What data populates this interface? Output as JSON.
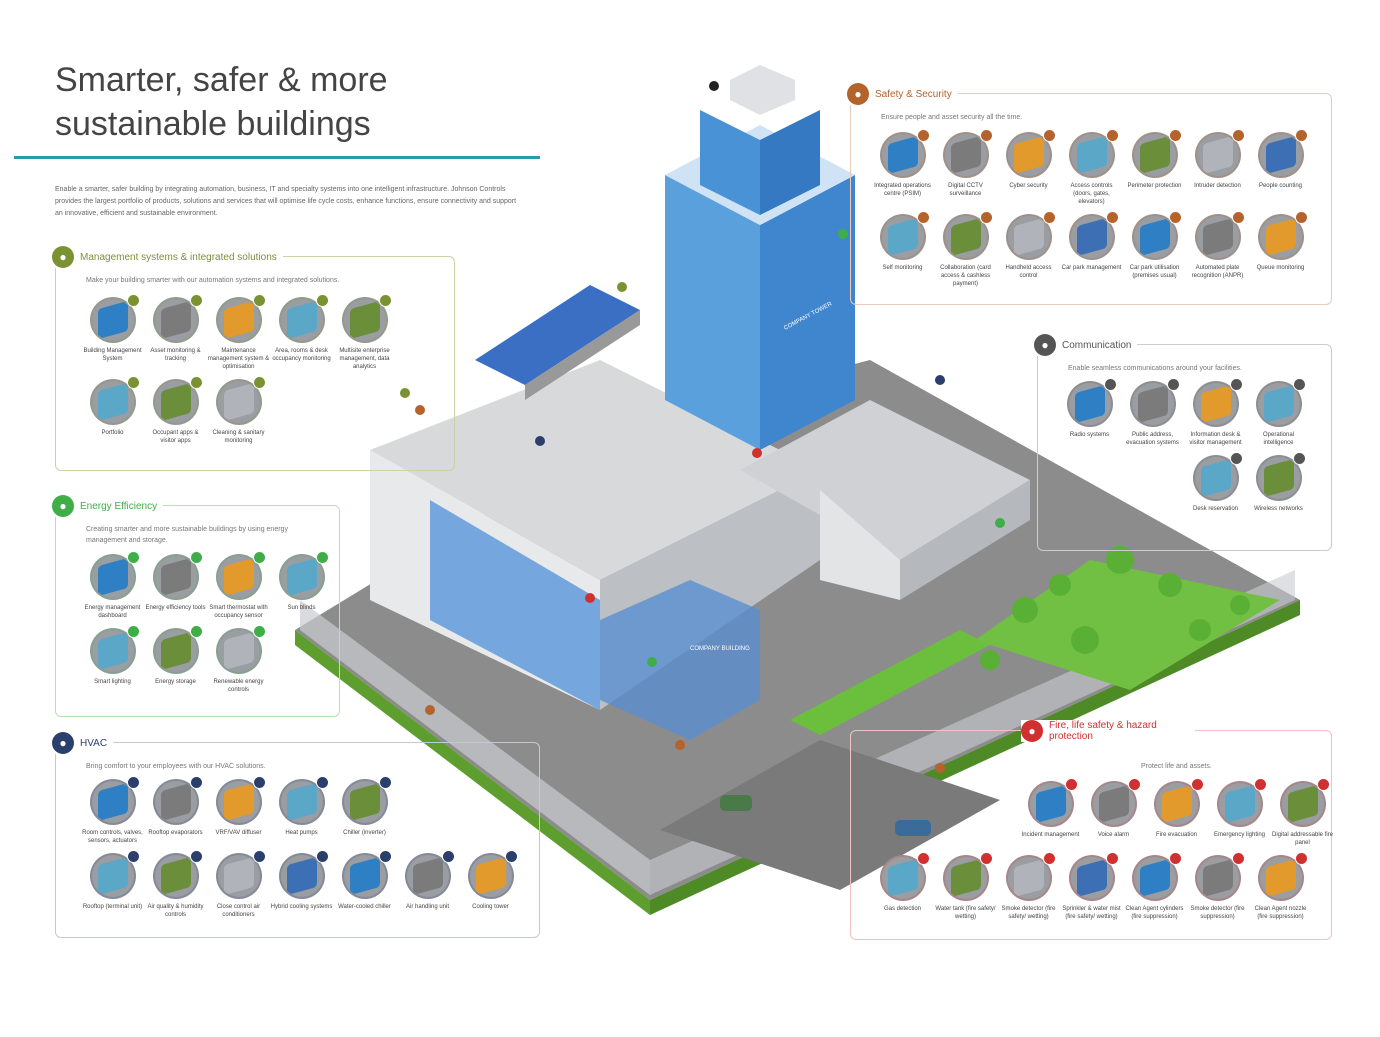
{
  "title": "Smarter, safer & more sustainable buildings",
  "intro": "Enable a smarter, safer building by integrating automation, business, IT and specialty systems into one intelligent infrastructure. Johnson Controls provides the largest portfolio of products, solutions and services that will optimise life cycle costs, enhance functions, ensure connectivity and support an innovative, efficient and sustainable environment.",
  "building_labels": {
    "tower": "COMPANY TOWER",
    "main": "COMPANY BUILDING"
  },
  "sections": {
    "management": {
      "title": "Management systems & integrated solutions",
      "subtitle": "Make your building smarter with our automation systems and integrated solutions.",
      "color": "#7a9231",
      "icon": "building-grid-icon",
      "rows": [
        [
          "Building Management System",
          "Asset monitoring & tracking",
          "Maintenance management system & optimisation",
          "Area, rooms & desk occupancy monitoring",
          "Multisite enterprise management, data analytics"
        ],
        [
          "Portfolio",
          "Occupant apps & visitor apps",
          "Cleaning & sanitary monitoring"
        ]
      ]
    },
    "energy": {
      "title": "Energy Efficiency",
      "subtitle": "Creating smarter and more sustainable buildings by using energy management and storage.",
      "color": "#3fae49",
      "icon": "leaf-icon",
      "rows": [
        [
          "Energy management dashboard",
          "Energy efficiency tools",
          "Smart thermostat with occupancy sensor",
          "Sun blinds"
        ],
        [
          "Smart lighting",
          "Energy storage",
          "Renewable energy controls"
        ]
      ]
    },
    "hvac": {
      "title": "HVAC",
      "subtitle": "Bring comfort to your employees with our HVAC solutions.",
      "color": "#2b3f6c",
      "icon": "fan-icon",
      "rows": [
        [
          "Room controls, valves, sensors, actuators",
          "Rooftop evaporators",
          "VRF/VAV diffuser",
          "Heat pumps",
          "Chiller (inverter)"
        ],
        [
          "Rooftop (terminal unit)",
          "Air quality & humidity controls",
          "Close control air conditioners",
          "Hybrid cooling systems",
          "Water-cooled chiller",
          "Air handling unit",
          "Cooling tower"
        ]
      ]
    },
    "safety": {
      "title": "Safety & Security",
      "subtitle": "Ensure people and asset security all the time.",
      "color": "#b4632c",
      "icon": "shield-person-icon",
      "rows": [
        [
          "Integrated operations centre (PSIM)",
          "Digital CCTV surveillance",
          "Cyber security",
          "Access controls (doors, gates, elevators)",
          "Perimeter protection",
          "Intruder detection",
          "People counting"
        ],
        [
          "Self monitoring",
          "Collaboration (card access & cashless payment)",
          "Handheld access control",
          "Car park management",
          "Car park utilisation (premises usual)",
          "Automated plate recognition (ANPR)",
          "Queue monitoring"
        ]
      ]
    },
    "communication": {
      "title": "Communication",
      "subtitle": "Enable seamless communications around your facilities.",
      "color": "#555555",
      "icon": "megaphone-icon",
      "rows": [
        [
          "Radio systems",
          "Public address, evacuation systems",
          "Information desk & visitor management",
          "Operational intelligence"
        ],
        [
          "Desk reservation",
          "Wireless networks"
        ]
      ]
    },
    "fire": {
      "title": "Fire, life safety & hazard protection",
      "subtitle": "Protect life and assets.",
      "color": "#d0302f",
      "icon": "flame-icon",
      "rows": [
        [
          "Incident management",
          "Voice alarm",
          "Fire evacuation",
          "Emergency lighting",
          "Digital addressable fire panel"
        ],
        [
          "Gas detection",
          "Water tank (fire safety/ wetting)",
          "Smoke detector (fire safety/ wetting)",
          "Sprinkler & water mist (fire safety/ wetting)",
          "Clean Agent cylinders (fire suppression)",
          "Smoke detector (fire suppression)",
          "Clean Agent nozzle (fire suppression)"
        ]
      ]
    }
  }
}
